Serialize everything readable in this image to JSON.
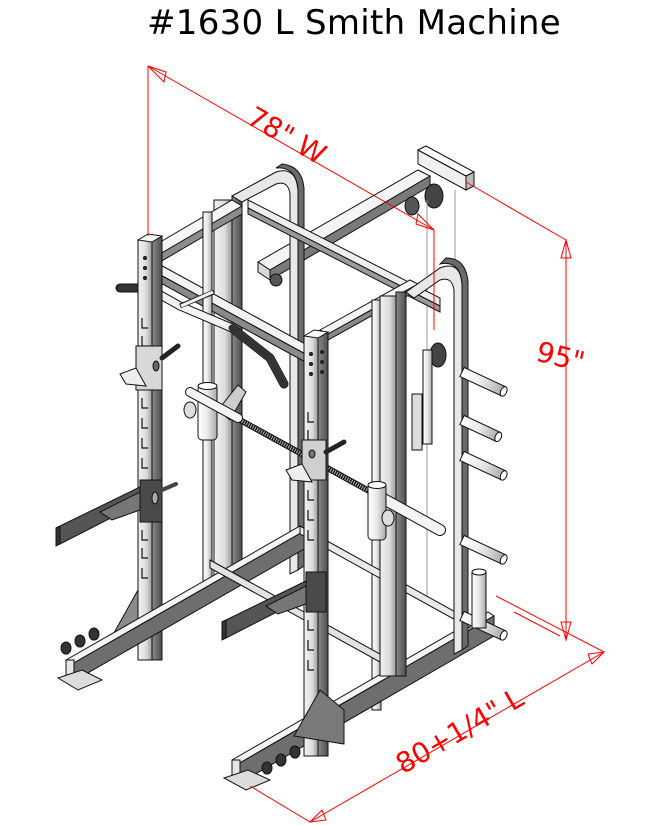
{
  "title": "#1630 L Smith Machine",
  "dimensions": {
    "width": {
      "label": "78\" W",
      "value_in": 78,
      "axis": "width"
    },
    "height": {
      "label": "95\"",
      "value_in": 95,
      "axis": "height"
    },
    "length": {
      "label": "80+1/4\" L",
      "value_in": 80.25,
      "axis": "length"
    }
  },
  "colors": {
    "dimension_lines": "#ff0000",
    "frame_light": "#e6e6e6",
    "frame_mid": "#bdbdbd",
    "frame_dark": "#6e6e6e",
    "outline": "#111111",
    "background": "#ffffff"
  },
  "components": [
    "rear-left-upright",
    "front-left-upright",
    "rear-right-upright",
    "front-right-upright",
    "top-frame",
    "pull-up-bar",
    "cable-pulley-crossbar",
    "smith-bar-guide-rods",
    "smith-bar",
    "j-hooks",
    "safety-spotter-arms",
    "weight-storage-pegs",
    "base-frame",
    "floor-plates",
    "band-pegs"
  ]
}
